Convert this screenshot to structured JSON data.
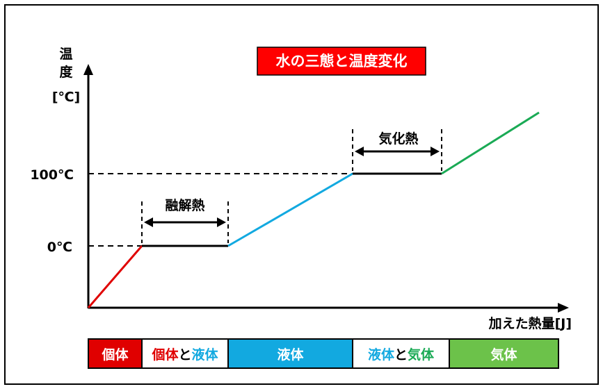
{
  "title": "水の三態と温度変化",
  "y_axis_label_lines": [
    "温",
    "度",
    "[℃]"
  ],
  "x_axis_label": "加えた熱量[J]",
  "y_ticks": [
    "100℃",
    "0℃"
  ],
  "annotations": {
    "fusion": "融解熱",
    "vaporization": "気化熱"
  },
  "phase_bar": [
    {
      "parts": [
        {
          "text": "個体",
          "color": "#ffffff"
        }
      ],
      "bg": "#e00000"
    },
    {
      "parts": [
        {
          "text": "個体",
          "color": "#e00000"
        },
        {
          "text": "と",
          "color": "#000000"
        },
        {
          "text": "液体",
          "color": "#12a9e0"
        }
      ],
      "bg": "#ffffff"
    },
    {
      "parts": [
        {
          "text": "液体",
          "color": "#ffffff"
        }
      ],
      "bg": "#12a9e0"
    },
    {
      "parts": [
        {
          "text": "液体",
          "color": "#12a9e0"
        },
        {
          "text": "と",
          "color": "#000000"
        },
        {
          "text": "気体",
          "color": "#1aaa55"
        }
      ],
      "bg": "#ffffff"
    },
    {
      "parts": [
        {
          "text": "気体",
          "color": "#ffffff"
        }
      ],
      "bg": "#6cc24a"
    }
  ],
  "colors": {
    "solid": "#e00000",
    "liquid": "#12a9e0",
    "gas": "#1aaa55",
    "title_bg": "#ff0000",
    "title_text": "#ffffff"
  }
}
